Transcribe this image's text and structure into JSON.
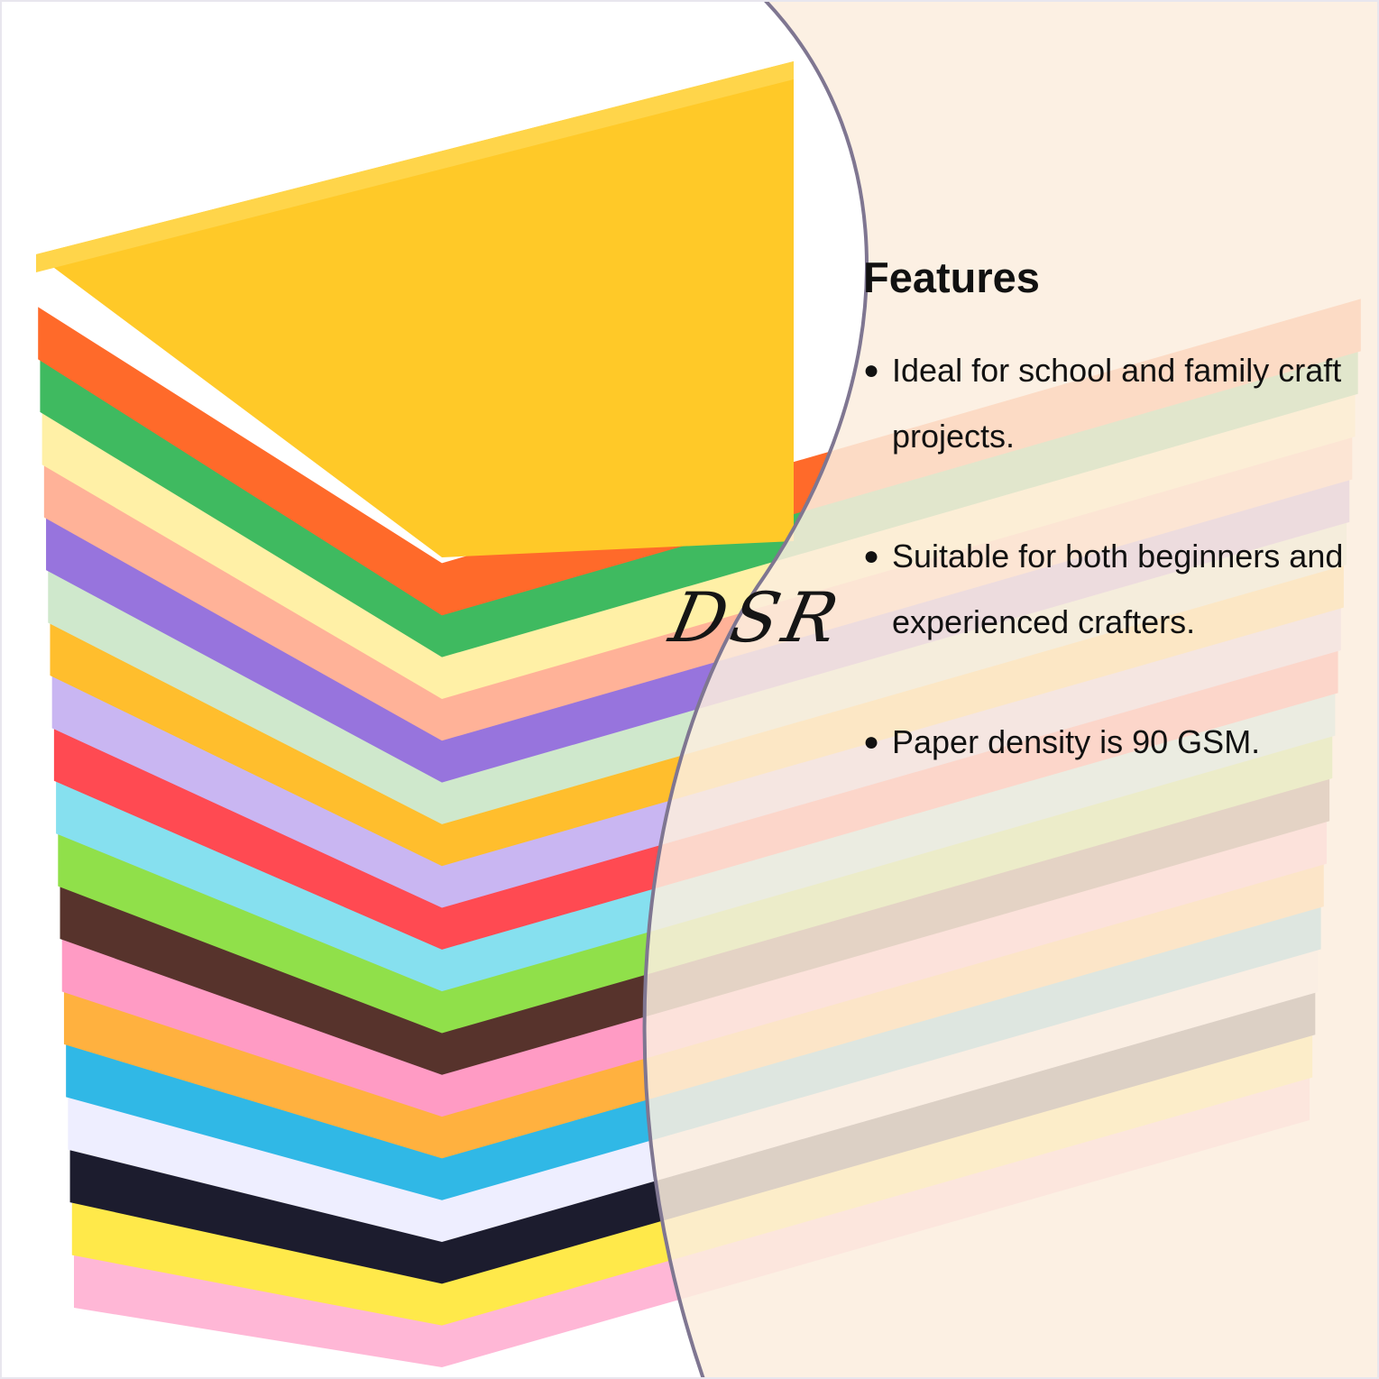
{
  "features": {
    "title": "Features",
    "items": [
      "Ideal for school and family craft projects.",
      "Suitable for both beginners and experienced crafters.",
      "Paper density is 90 GSM."
    ],
    "bullet_glyph": "●"
  },
  "watermark": "DSR",
  "colors": {
    "panel": "#fbeede",
    "panel_border": "#7f7691",
    "text": "#111111",
    "paper_layers": [
      "#ffc928",
      "#ff6a2a",
      "#3fba60",
      "#fff0a6",
      "#ffb298",
      "#9774dd",
      "#cfe8cc",
      "#ffbe2d",
      "#c9b6f2",
      "#ff4a52",
      "#86e0ef",
      "#90e04a",
      "#57332c",
      "#ff9bc4",
      "#ffb13f",
      "#30b8e6",
      "#eeeeff",
      "#1c1c2e",
      "#ffe94a",
      "#ffb7d6"
    ]
  }
}
